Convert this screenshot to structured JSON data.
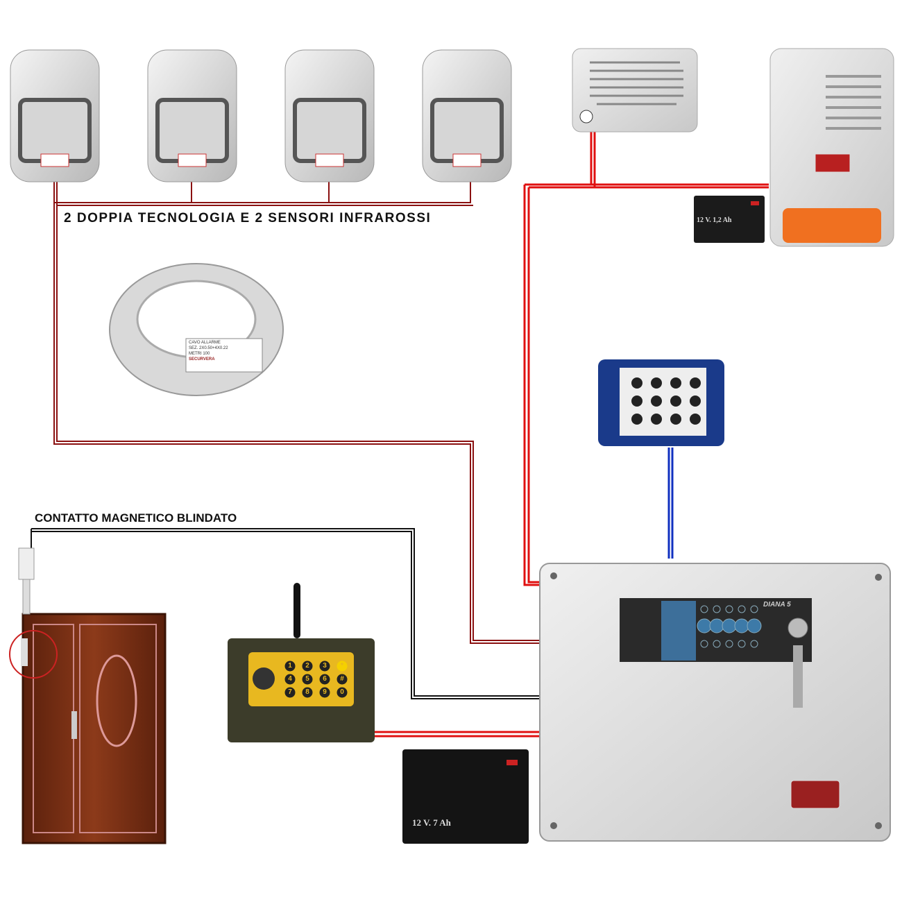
{
  "labels": {
    "sensors": "2 DOPPIA TECNOLOGIA E 2 SENSORI INFRAROSSI",
    "door_contact": "CONTATTO MAGNETICO BLINDATO"
  },
  "cable": {
    "brand": "SECURVERA",
    "spec_lines": [
      "CAVO ALLARME",
      "SEZ. 2X0.50+4X0.22",
      "METRI 100"
    ]
  },
  "battery_small": {
    "label": "12 V. 1,2 Ah"
  },
  "battery_large": {
    "label": "12 V. 7 Ah"
  },
  "control_panel": {
    "model": "DIANA 5"
  },
  "gsm_keypad": {
    "keys": [
      "1",
      "2",
      "3",
      "*",
      "4",
      "5",
      "6",
      "#",
      "7",
      "8",
      "9",
      "0"
    ]
  },
  "colors": {
    "wire_red": "#e01010",
    "wire_dark_red": "#8a1010",
    "wire_blue": "#1030c0",
    "wire_black": "#111111",
    "door": "#7a2e14"
  }
}
